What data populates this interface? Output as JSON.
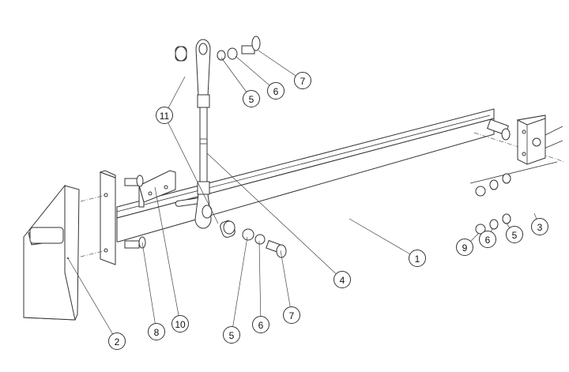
{
  "balloons": [
    {
      "id": "b7-top",
      "label": "7"
    },
    {
      "id": "b6-top",
      "label": "6"
    },
    {
      "id": "b5-top",
      "label": "5"
    },
    {
      "id": "b11",
      "label": "11"
    },
    {
      "id": "b4",
      "label": "4"
    },
    {
      "id": "b1",
      "label": "1"
    },
    {
      "id": "b9",
      "label": "9"
    },
    {
      "id": "b6-right",
      "label": "6"
    },
    {
      "id": "b5-right",
      "label": "5"
    },
    {
      "id": "b3",
      "label": "3"
    },
    {
      "id": "b2",
      "label": "2"
    },
    {
      "id": "b8",
      "label": "8"
    },
    {
      "id": "b10",
      "label": "10"
    },
    {
      "id": "b5-bottom",
      "label": "5"
    },
    {
      "id": "b6-bottom",
      "label": "6"
    },
    {
      "id": "b7-bottom",
      "label": "7"
    }
  ]
}
